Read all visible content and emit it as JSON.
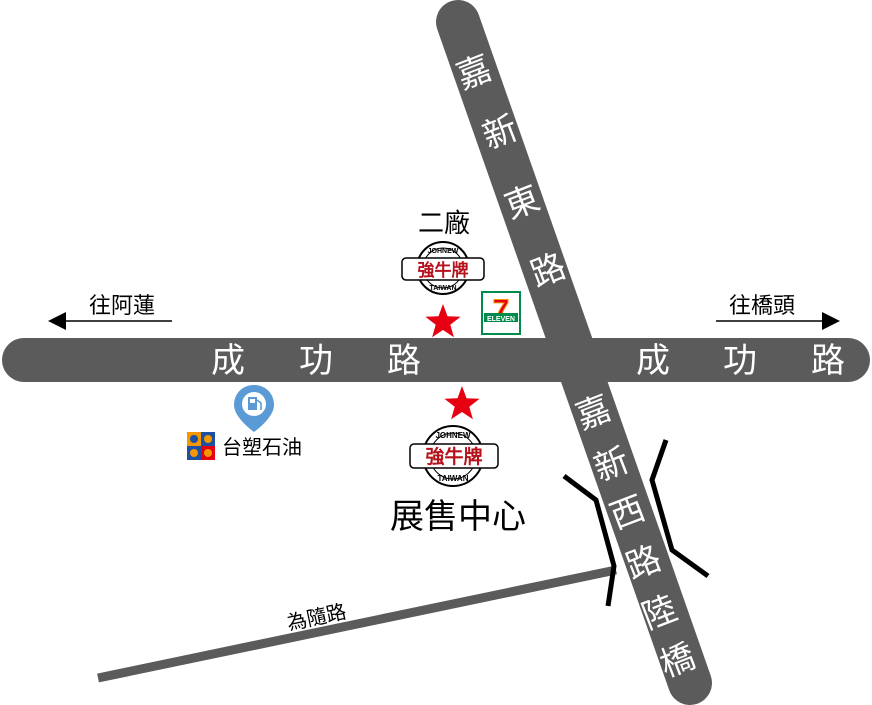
{
  "roads": {
    "east_west": [
      "成",
      "功",
      "路",
      "成",
      "功",
      "路"
    ],
    "jiaxin_east": [
      "嘉",
      "新",
      "東",
      "路"
    ],
    "jiaxin_west": [
      "嘉",
      "新",
      "西",
      "路",
      "陸",
      "橋"
    ],
    "weisui": "為隨路"
  },
  "directions": {
    "left": "往阿蓮",
    "right": "往橋頭"
  },
  "places": {
    "factory2": "二廠",
    "showroom": "展售中心",
    "gas_station": "台塑石油"
  },
  "logos": {
    "brand": "強牛牌",
    "ring_top": "JOHNEW",
    "ring_bottom": "TAIWAN",
    "store": "ELEVEN",
    "store_number": "7"
  },
  "colors": {
    "road": "#5b5b5b",
    "road_text": "#ffffff",
    "star": "#e60012",
    "brand_red": "#b5121b",
    "gas_blue": "#5b9bd5",
    "seven_green": "#008a4b",
    "seven_orange": "#f39800"
  },
  "icons": [
    "star-icon",
    "fuel-pin-icon",
    "arrow-left-icon",
    "arrow-right-icon",
    "seven-eleven-logo",
    "johnew-logo",
    "formosa-petro-logo"
  ]
}
